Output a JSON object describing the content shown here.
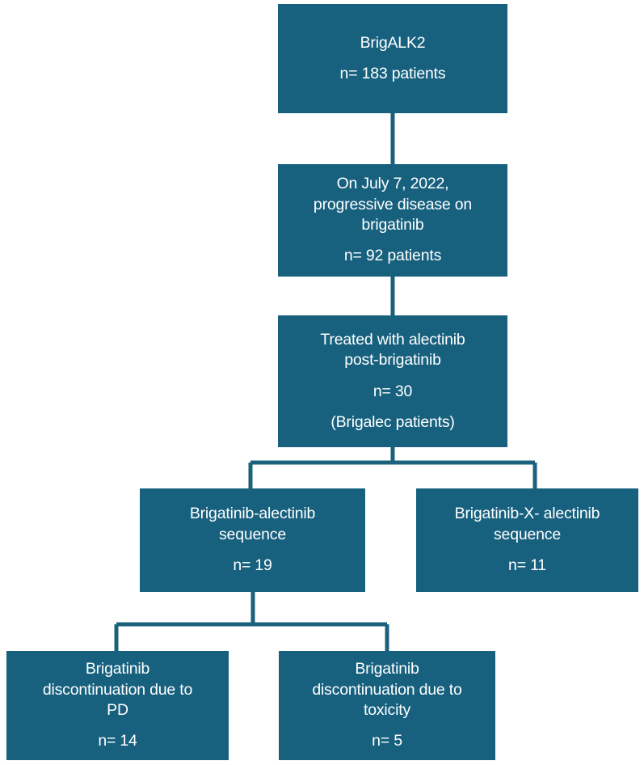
{
  "diagram": {
    "title": "BrigALK2 / Brigalec patient flow diagram",
    "box_color": "#17617F",
    "text_color": "#FFFFFF",
    "connector_color": "#1B617C",
    "nodes": [
      {
        "id": "brigalk2",
        "name": "node-brigalk2",
        "lines": [
          "BrigALK2"
        ],
        "count_line": "n= 183 patients",
        "n": 183
      },
      {
        "id": "progressive-disease",
        "name": "node-progressive-disease",
        "lines": [
          "On July 7, 2022,",
          "progressive disease on",
          "brigatinib"
        ],
        "count_line": "n= 92 patients",
        "n": 92
      },
      {
        "id": "treated-alectinib",
        "name": "node-treated-alectinib",
        "lines": [
          "Treated with alectinib",
          "post-brigatinib"
        ],
        "count_line": "n= 30",
        "note_line": "(Brigalec patients)",
        "n": 30
      },
      {
        "id": "brig-alec-sequence",
        "name": "node-brigatinib-alectinib-sequence",
        "lines": [
          "Brigatinib-alectinib",
          "sequence"
        ],
        "count_line": "n= 19",
        "n": 19
      },
      {
        "id": "brig-x-alec-sequence",
        "name": "node-brigatinib-x-alectinib-sequence",
        "lines": [
          "Brigatinib-X- alectinib",
          "sequence"
        ],
        "count_line": "n= 11",
        "n": 11
      },
      {
        "id": "discontinuation-pd",
        "name": "node-discontinuation-pd",
        "lines": [
          "Brigatinib",
          "discontinuation due to",
          "PD"
        ],
        "count_line": "n= 14",
        "n": 14
      },
      {
        "id": "discontinuation-toxicity",
        "name": "node-discontinuation-toxicity",
        "lines": [
          "Brigatinib",
          "discontinuation due to",
          "toxicity"
        ],
        "count_line": "n=  5",
        "n": 5
      }
    ]
  }
}
